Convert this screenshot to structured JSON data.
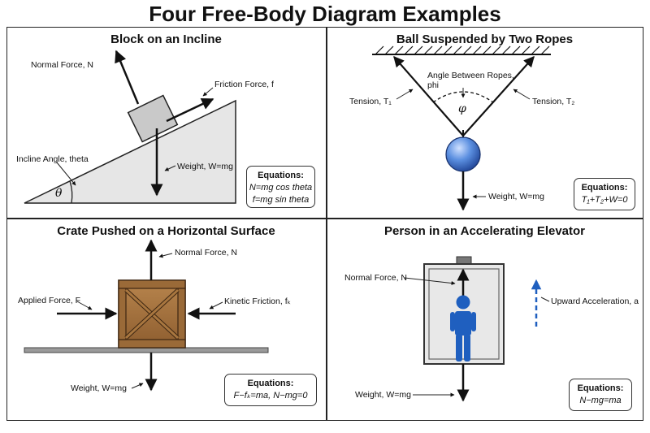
{
  "title": "Four Free-Body Diagram Examples",
  "panels": {
    "incline": {
      "title": "Block on an Incline",
      "normal": "Normal Force, N",
      "friction": "Friction Force, f",
      "weight": "Weight, W=mg",
      "angle_label": "Incline Angle, theta",
      "theta": "θ",
      "eq_header": "Equations:",
      "eq_line1": "N=mg cos theta",
      "eq_line2": "f=mg sin theta"
    },
    "ropes": {
      "title": "Ball Suspended by Two Ropes",
      "angle_label_1": "Angle Between Ropes,",
      "angle_label_2": "phi",
      "phi": "φ",
      "tension1": "Tension, T₁",
      "tension2": "Tension, T₂",
      "weight": "Weight, W=mg",
      "eq_header": "Equations:",
      "eq_line1": "T₁+T₂+W=0"
    },
    "crate": {
      "title": "Crate Pushed on a Horizontal Surface",
      "normal": "Normal Force, N",
      "applied": "Applied Force, F",
      "kinetic": "Kinetic Friction, fₖ",
      "weight": "Weight, W=mg",
      "eq_header": "Equations:",
      "eq_line1": "F−fₖ=ma, N−mg=0"
    },
    "elevator": {
      "title": "Person in an Accelerating Elevator",
      "normal": "Normal Force, N",
      "accel": "Upward Acceleration, a",
      "weight": "Weight, W=mg",
      "eq_header": "Equations:",
      "eq_line1": "N−mg=ma"
    }
  },
  "colors": {
    "ink": "#111111",
    "incline_fill": "#e6e6e6",
    "block_fill": "#c9c9c9",
    "crate_wood": "#a0703e",
    "elevator_fill": "#e8e8e8",
    "person_blue": "#1f5fbf",
    "accel_arrow": "#1f5fbf"
  }
}
